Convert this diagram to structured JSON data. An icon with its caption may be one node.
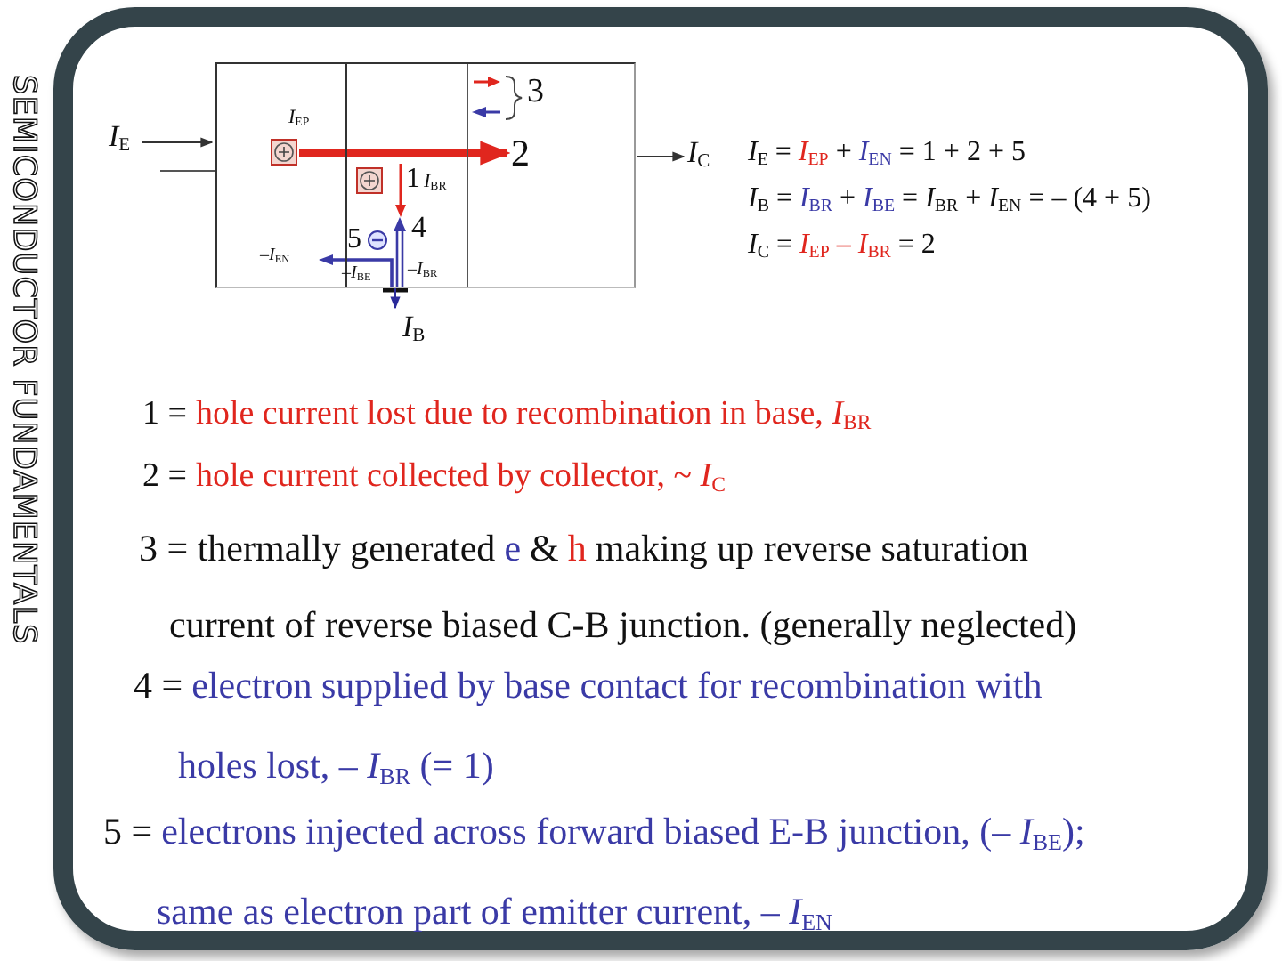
{
  "diagram": {
    "nodes": [
      {
        "text": [],
        "shape": "box"
      },
      {
        "text": [
          "*I*$_{E}$"
        ]
      },
      {
        "text": [
          "*I*$_{C}$"
        ]
      },
      {
        "text": [
          "*I*$_{B}$"
        ]
      },
      {
        "text": [],
        "shape": "box",
        "in": 0
      },
      {
        "text": [
          "2"
        ],
        "in": 0
      }
    ],
    "edges": [
      {
        "from": 1,
        "to": 0,
        "arrow": "to"
      },
      {
        "from": 0,
        "to": 2,
        "arrow": "to"
      },
      {
        "from": 0,
        "to": 3,
        "arrow": "to",
        "color": "#2a2a9a"
      },
      {
        "from": 4,
        "to": 5,
        "arrow": "to",
        "style": "thick",
        "color": "#e0261e"
      }
    ],
    "labels": [
      "SEMICONDUCTOR FUNDAMENTALS",
      "*I*$_{EP}$",
      "3",
      "1",
      "*I*$_{BR}$",
      "5",
      "4",
      "–*I*$_{EN}$",
      "–*I*$_{BE}$",
      "–*I*$_{BR}$",
      "*I*$_{E}$ =",
      "*I*$_{EP}$",
      "+",
      "*I*$_{EN}$",
      "= 1 + 2 + 5",
      "*I*$_{B}$ =",
      "*I*$_{BR}$",
      "+",
      "*I*$_{BE}$",
      "= *I*$_{BR}$ + *I*$_{EN}$ = – (4 + 5)",
      "*I*$_{C}$ =",
      "*I*$_{EP}$ – *I*$_{BR}$",
      "= 2",
      "1 =",
      "hole current lost due to recombination in base, *I*$_{BR}$",
      "2 =",
      "hole current collected by collector, ~ *I*$_{C}$",
      "3 = thermally generated",
      "e",
      "&",
      "h",
      "making up reverse saturation",
      "current of reverse biased C-B junction. (generally neglected)",
      "4 =",
      "electron supplied by base contact for recombination with",
      "holes lost, – *I*$_{BR}$ (= 1)",
      "5 =",
      "electrons injected across forward biased E-B junction, (– *I*$_{BE}$);",
      "same as electron part of emitter current, – *I*$_{EN}$"
    ]
  }
}
